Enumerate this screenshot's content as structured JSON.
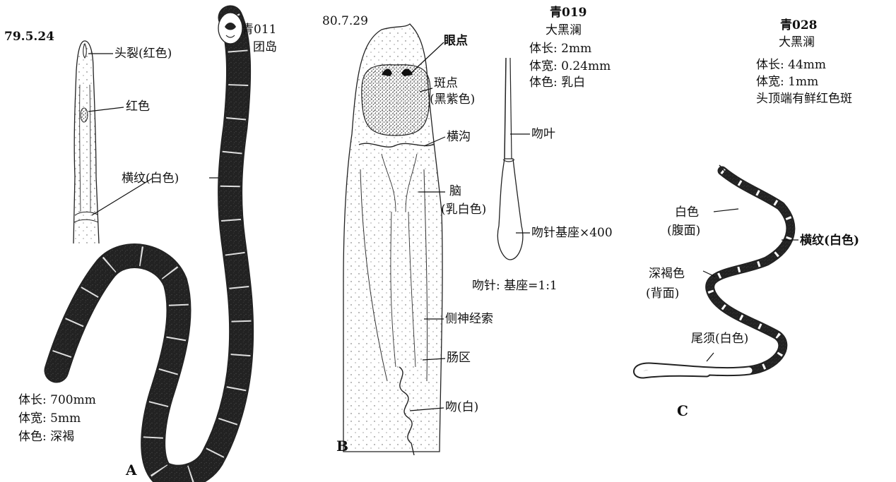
{
  "colors": {
    "ink": "#1a1a1a",
    "stipple": "#3a3a3a",
    "paper": "#ffffff"
  },
  "panel_a": {
    "date": "79.5.24",
    "specimen_id": "青011",
    "locality": "团岛",
    "labels": {
      "head_cleft": "头裂(红色)",
      "red": "红色",
      "transverse": "横纹(白色)"
    },
    "measurements": [
      "体长: 700mm",
      "体宽: 5mm",
      "体色: 深褐"
    ],
    "panel_letter": "A"
  },
  "panel_b": {
    "date": "80.7.29",
    "labels": {
      "ocelli": "眼点",
      "spot": "斑点",
      "spot_color": "(黑紫色)",
      "groove": "横沟",
      "brain": "脑",
      "brain_color": "(乳白色)",
      "lateral_nerve": "侧神经索",
      "intestine": "肠区",
      "proboscis": "吻(白)"
    },
    "specimen_id": "青019",
    "locality": "大黑澜",
    "measurements": [
      "体长: 2mm",
      "体宽: 0.24mm",
      "体色: 乳白"
    ],
    "stylet_labels": {
      "blade": "吻叶",
      "base": "吻针基座×400",
      "ratio": "吻针: 基座=1:1"
    },
    "panel_letter": "B"
  },
  "panel_c": {
    "specimen_id": "青028",
    "locality": "大黑澜",
    "measurements": [
      "体长: 44mm",
      "体宽: 1mm",
      "头顶端有鲜红色斑"
    ],
    "labels": {
      "white": "白色",
      "ventral": "(腹面)",
      "dark_brown": "深褐色",
      "dorsal": "(背面)",
      "transverse": "横纹(白色)",
      "tail": "尾须(白色)"
    },
    "panel_letter": "C"
  }
}
